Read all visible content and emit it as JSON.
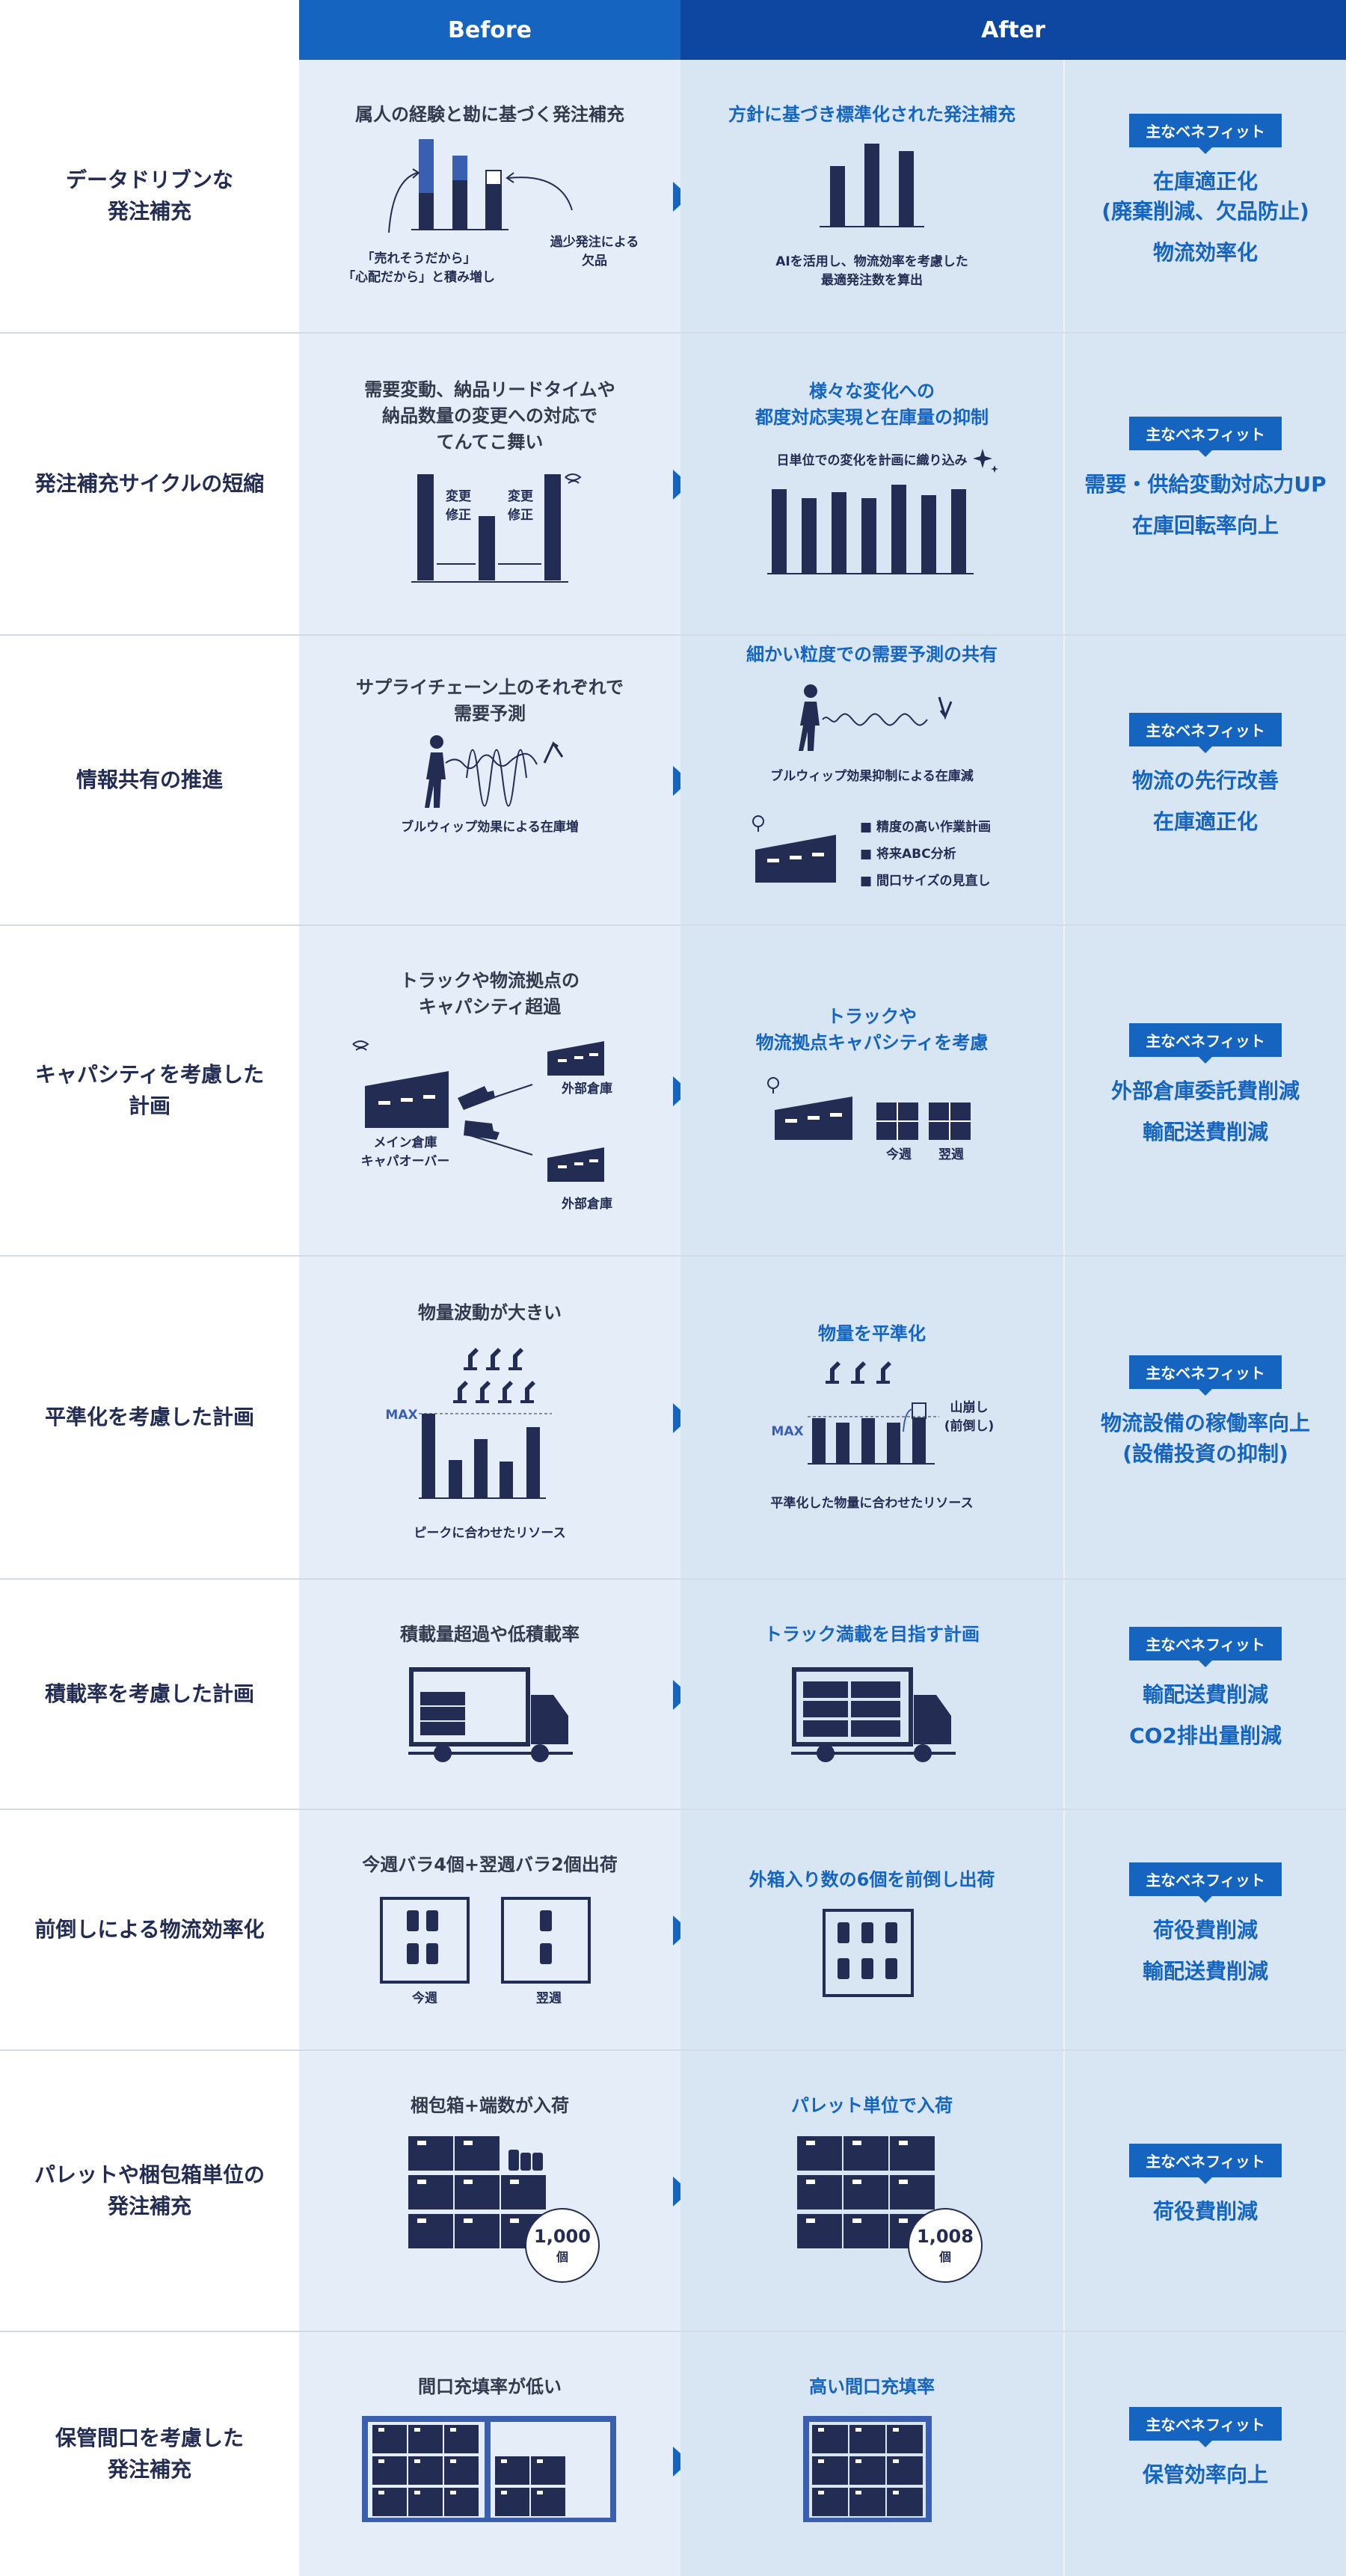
{
  "header": {
    "before": "Before",
    "after": "After"
  },
  "colors": {
    "header_left": "#1565c0",
    "header_right": "#0d47a1",
    "navy": "#232c52",
    "accent": "#1565c0"
  },
  "rows": [
    {
      "name": "データドリブンな\n発注補充",
      "before": {
        "title": "属人の経験と勘に基づく発注補充",
        "cap1": "「売れそうだから」\n「心配だから」と積み増し",
        "cap2": "過少発注による\n欠品"
      },
      "after": {
        "title": "方針に基づき標準化された発注補充",
        "cap1": "AIを活用し、物流効率を考慮した\n最適発注数を算出"
      },
      "badge": "主なベネフィット",
      "benefits": [
        "在庫適正化\n(廃棄削減、欠品防止)",
        "物流効率化"
      ]
    },
    {
      "name": "発注補充サイクルの短縮",
      "before": {
        "title": "需要変動、納品リードタイムや\n納品数量の変更への対応で\nてんてこ舞い",
        "cap1": "変更\n修正",
        "cap2": "変更\n修正"
      },
      "after": {
        "title": "様々な変化への\n都度対応実現と在庫量の抑制",
        "cap1": "日単位での変化を計画に織り込み"
      },
      "badge": "主なベネフィット",
      "benefits": [
        "需要・供給変動対応力UP",
        "在庫回転率向上"
      ]
    },
    {
      "name": "情報共有の推進",
      "before": {
        "title": "サプライチェーン上のそれぞれで\n需要予測",
        "cap1": "ブルウィップ効果による在庫増"
      },
      "after": {
        "title": "細かい粒度での需要予測の共有",
        "cap1": "ブルウィップ効果抑制による在庫減",
        "list": [
          "精度の高い作業計画",
          "将来ABC分析",
          "間口サイズの見直し"
        ]
      },
      "badge": "主なベネフィット",
      "benefits": [
        "物流の先行改善",
        "在庫適正化"
      ]
    },
    {
      "name": "キャパシティを考慮した\n計画",
      "before": {
        "title": "トラックや物流拠点の\nキャパシティ超過",
        "cap1": "メイン倉庫\nキャパオーバー",
        "cap2": "外部倉庫",
        "cap3": "外部倉庫"
      },
      "after": {
        "title": "トラックや\n物流拠点キャパシティを考慮",
        "cap1": "今週",
        "cap2": "翌週"
      },
      "badge": "主なベネフィット",
      "benefits": [
        "外部倉庫委託費削減",
        "輸配送費削減"
      ]
    },
    {
      "name": "平準化を考慮した計画",
      "before": {
        "title": "物量波動が大きい",
        "cap1": "ピークに合わせたリソース",
        "max": "MAX"
      },
      "after": {
        "title": "物量を平準化",
        "cap1": "平準化した物量に合わせたリソース",
        "cap2": "山崩し\n(前倒し)",
        "max": "MAX"
      },
      "badge": "主なベネフィット",
      "benefits": [
        "物流設備の稼働率向上\n(設備投資の抑制)"
      ]
    },
    {
      "name": "積載率を考慮した計画",
      "before": {
        "title": "積載量超過や低積載率"
      },
      "after": {
        "title": "トラック満載を目指す計画"
      },
      "badge": "主なベネフィット",
      "benefits": [
        "輸配送費削減",
        "CO2排出量削減"
      ]
    },
    {
      "name": "前倒しによる物流効率化",
      "before": {
        "title": "今週バラ4個+翌週バラ2個出荷",
        "cap1": "今週",
        "cap2": "翌週"
      },
      "after": {
        "title": "外箱入り数の6個を前倒し出荷"
      },
      "badge": "主なベネフィット",
      "benefits": [
        "荷役費削減",
        "輸配送費削減"
      ]
    },
    {
      "name": "パレットや梱包箱単位の\n発注補充",
      "before": {
        "title": "梱包箱+端数が入荷",
        "num": "1,000",
        "unit": "個"
      },
      "after": {
        "title": "パレット単位で入荷",
        "num": "1,008",
        "unit": "個"
      },
      "badge": "主なベネフィット",
      "benefits": [
        "荷役費削減"
      ]
    },
    {
      "name": "保管間口を考慮した\n発注補充",
      "before": {
        "title": "間口充填率が低い"
      },
      "after": {
        "title": "高い間口充填率"
      },
      "badge": "主なベネフィット",
      "benefits": [
        "保管効率向上"
      ]
    }
  ]
}
